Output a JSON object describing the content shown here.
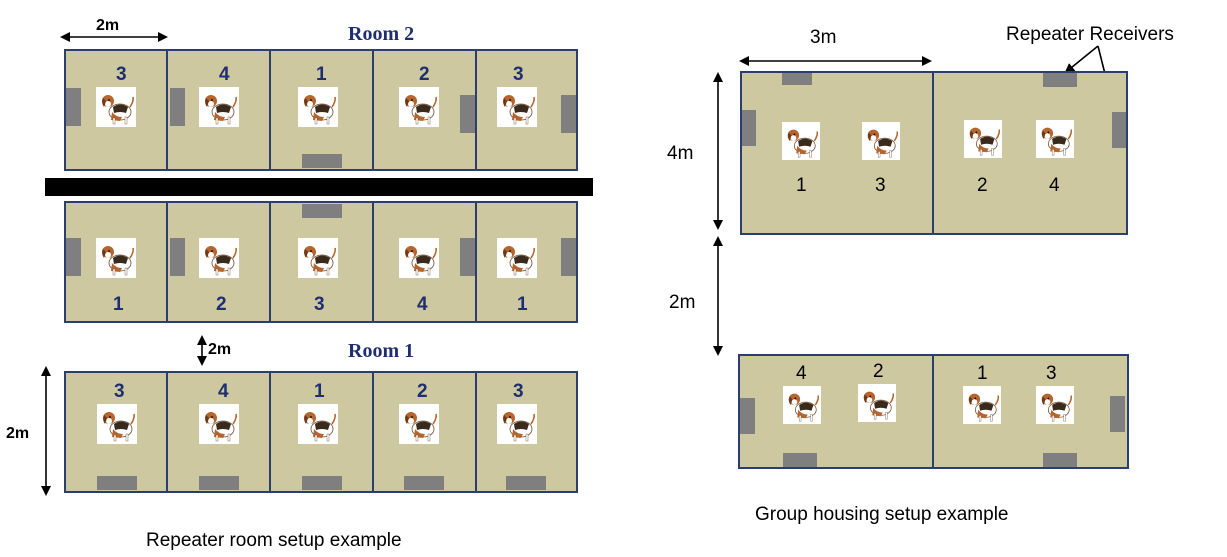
{
  "repeater": {
    "room2_label": "Room 2",
    "room1_label": "Room 1",
    "row_top_numbers": [
      "3",
      "4",
      "1",
      "2",
      "3"
    ],
    "row_mid_numbers": [
      "1",
      "2",
      "3",
      "4",
      "1"
    ],
    "row_bot_numbers": [
      "3",
      "4",
      "1",
      "2",
      "3"
    ],
    "dim_top_width": "2m",
    "dim_gap": "2m",
    "dim_height": "2m",
    "caption": "Repeater room setup example"
  },
  "group": {
    "receivers_label": "Repeater Receivers",
    "dim_width": "3m",
    "dim_height": "4m",
    "dim_gap": "2m",
    "top_numbers": [
      "1",
      "3",
      "2",
      "4"
    ],
    "bottom_numbers": [
      "4",
      "2",
      "1",
      "3"
    ],
    "caption": "Group housing setup example"
  },
  "colors": {
    "pen_fill": "#cdc8a0",
    "pen_border": "#2b3f6f",
    "receiver": "#7f7f7f",
    "label": "#1e2e70"
  },
  "icon": "beagle-dog-icon"
}
